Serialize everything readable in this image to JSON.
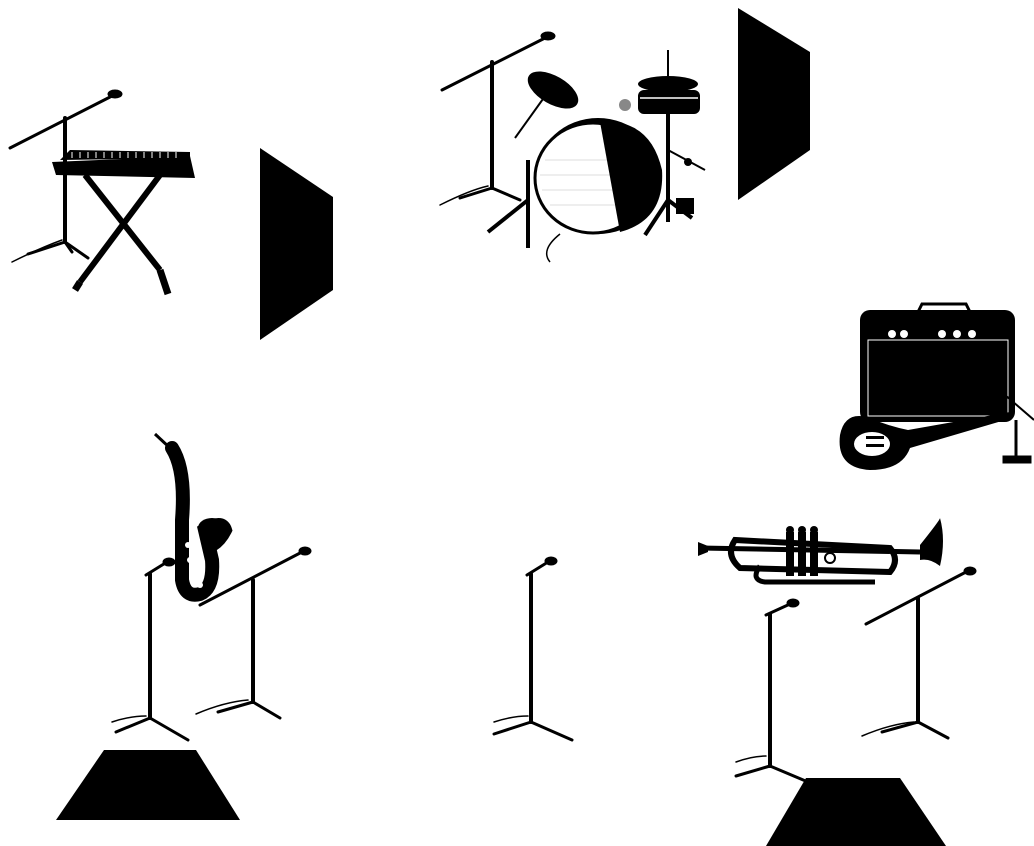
{
  "diagram": {
    "ink": "#000000",
    "paper": "#ffffff",
    "elements": [
      {
        "kind": "mic-stand",
        "label": "keyboard-mic"
      },
      {
        "kind": "keyboard",
        "label": "keyboard"
      },
      {
        "kind": "baffle",
        "label": "keyboard-baffle"
      },
      {
        "kind": "mic-stand",
        "label": "drum-overhead-mic"
      },
      {
        "kind": "drum-kit",
        "label": "drum-kit"
      },
      {
        "kind": "baffle",
        "label": "drum-baffle"
      },
      {
        "kind": "guitar-amp",
        "label": "guitar-amp"
      },
      {
        "kind": "electric-guitar",
        "label": "electric-guitar"
      },
      {
        "kind": "mic-stand",
        "label": "amp-mic"
      },
      {
        "kind": "saxophone",
        "label": "saxophone"
      },
      {
        "kind": "mic-stand",
        "label": "sax-mic-left"
      },
      {
        "kind": "mic-stand",
        "label": "sax-mic-right"
      },
      {
        "kind": "monitor",
        "label": "monitor-left"
      },
      {
        "kind": "mic-stand",
        "label": "center-vocal-mic"
      },
      {
        "kind": "trumpet",
        "label": "trumpet"
      },
      {
        "kind": "mic-stand",
        "label": "trumpet-mic-left"
      },
      {
        "kind": "mic-stand",
        "label": "trumpet-mic-right"
      },
      {
        "kind": "monitor",
        "label": "monitor-right"
      }
    ]
  }
}
